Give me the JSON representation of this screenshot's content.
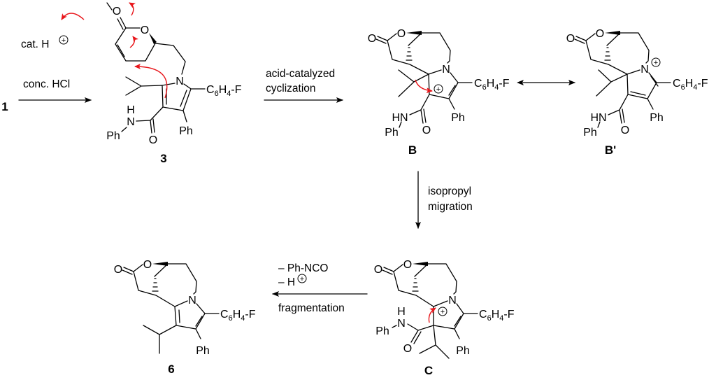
{
  "compounds": {
    "start": "1",
    "c3": "3",
    "B": "B",
    "Bp": "B'",
    "C": "C",
    "c6": "6"
  },
  "conditions": {
    "step1": "conc. HCl",
    "catalyst": "cat. H",
    "step2_line1": "acid-catalyzed",
    "step2_line2": "cyclization",
    "step3_line1": "isopropyl",
    "step3_line2": "migration",
    "step4_line1": "– Ph-NCO",
    "step4_line2": "– H",
    "step4_line3": "fragmentation"
  },
  "atoms": {
    "O": "O",
    "N": "N",
    "H": "H",
    "HN": "HN",
    "Ph": "Ph",
    "aryl": {
      "c": "C",
      "n6": "6",
      "h": "H",
      "n4": "4",
      "f": "-F"
    }
  },
  "charge": "+",
  "colors": {
    "bonds": "#000000",
    "arrow_pushing": "#e8161b"
  }
}
